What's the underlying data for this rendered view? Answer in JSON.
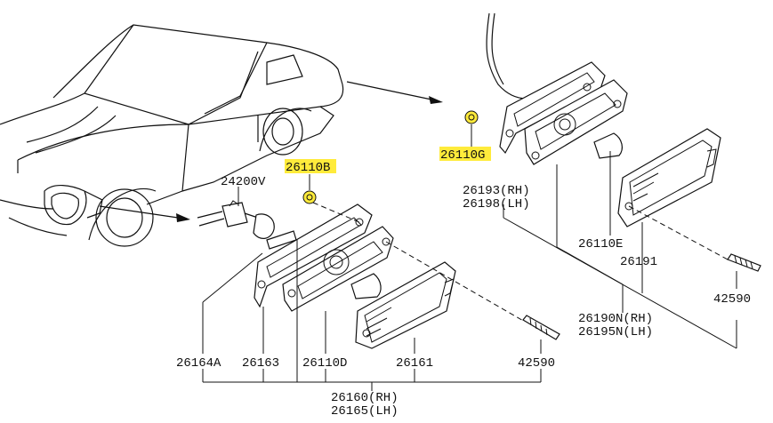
{
  "labels": {
    "p26110B": "26110B",
    "p26110G": "26110G",
    "p24200V": "24200V",
    "p26193": "26193(RH)",
    "p26198": "26198(LH)",
    "p26110E": "26110E",
    "p26191": "26191",
    "p42590r": "42590",
    "p26190N": "26190N(RH)",
    "p26195N": "26195N(LH)",
    "p26164A": "26164A",
    "p26163": "26163",
    "p26110D": "26110D",
    "p26161": "26161",
    "p42590b": "42590",
    "p26160": "26160(RH)",
    "p26165": "26165(LH)"
  },
  "colors": {
    "highlight": "#ffeb3b",
    "ink": "#111111"
  }
}
